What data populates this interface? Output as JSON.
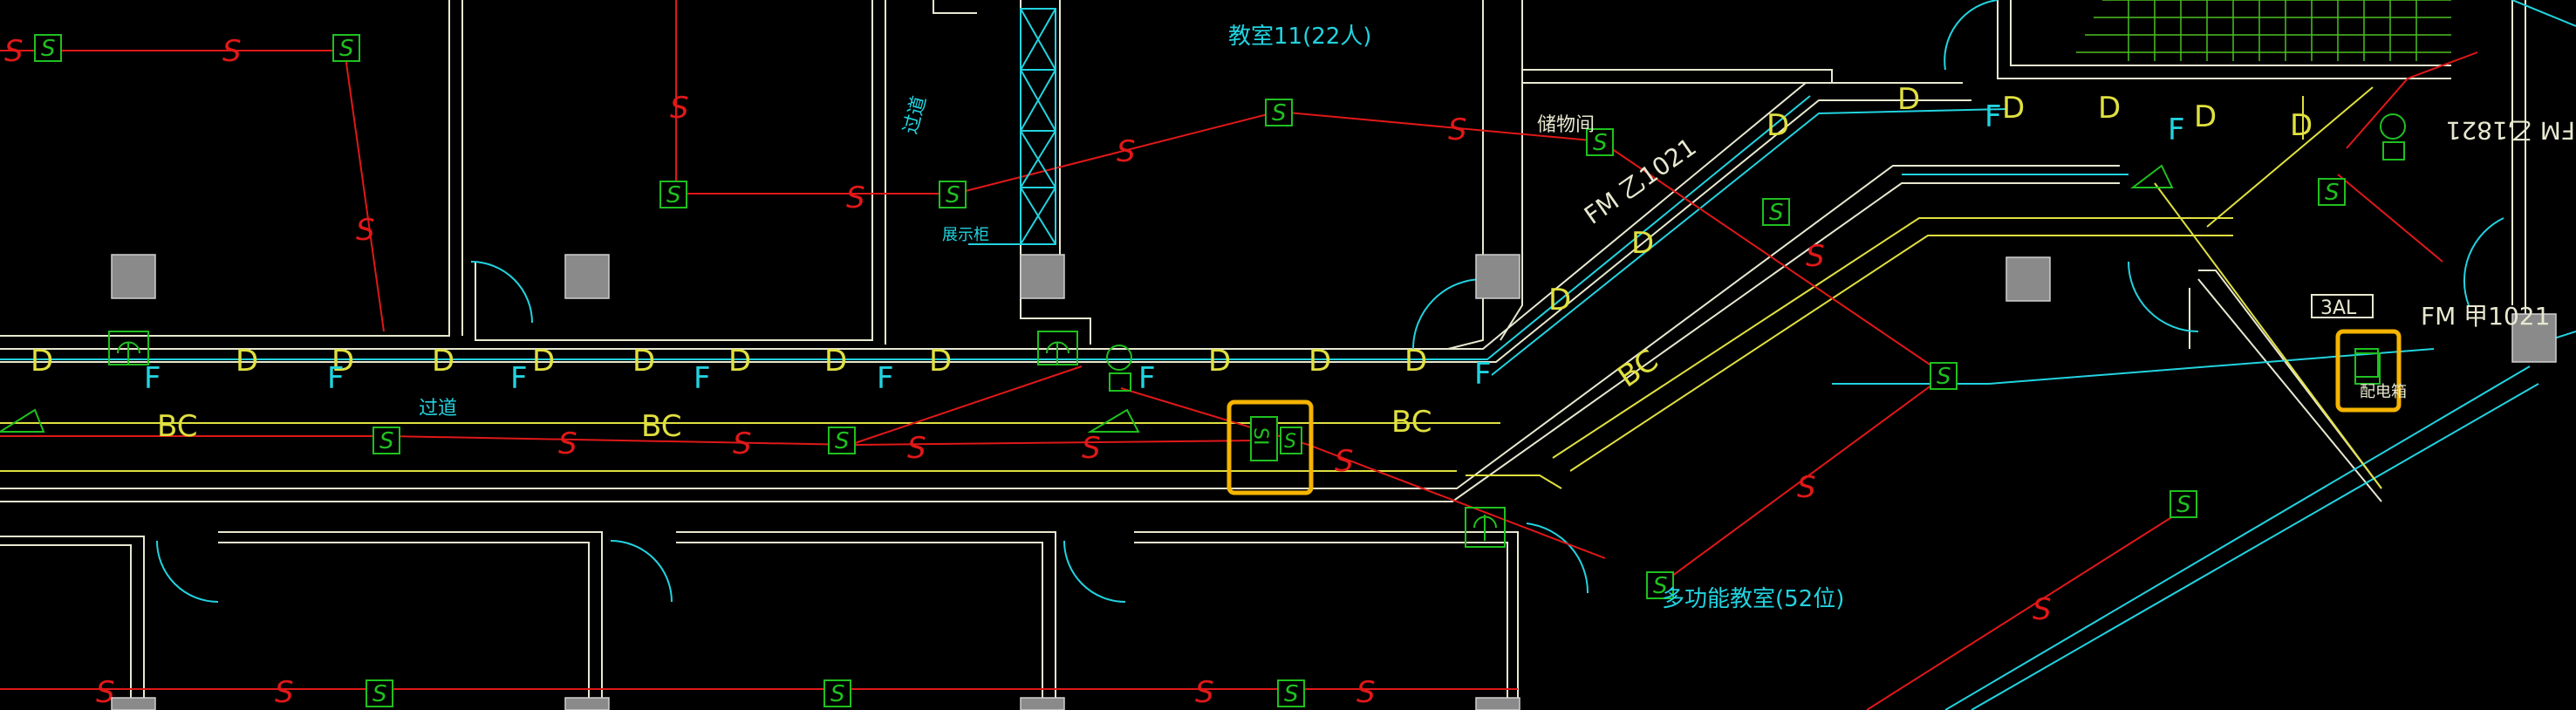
{
  "drawing": {
    "background": "#000000",
    "colors": {
      "wall": "#e8e8d0",
      "wall_secondary": "#22d3e0",
      "pipe_yellow": "#e0e040",
      "pipe_red": "#e01818",
      "device_green": "#20c020",
      "selection": "#f5b400"
    },
    "rooms": {
      "classroom_11": "教室11(22人)",
      "storage": "储物间",
      "corridor_top": "过道",
      "corridor_left": "过道",
      "closet": "展示柜",
      "multimedia_room": "多功能教室(52位)"
    },
    "doors": {
      "fm_z1021": "FM 乙1021",
      "fm_z1821": "FM 乙1821",
      "fm_j1021": "FM 甲1021"
    },
    "panels": {
      "panel_3al": "3AL",
      "selected_label_1": "SI",
      "selected_label_2": "配电箱"
    },
    "line_labels": {
      "smoke": "S",
      "duct": "D",
      "fire": "F",
      "bc": "BC"
    }
  }
}
